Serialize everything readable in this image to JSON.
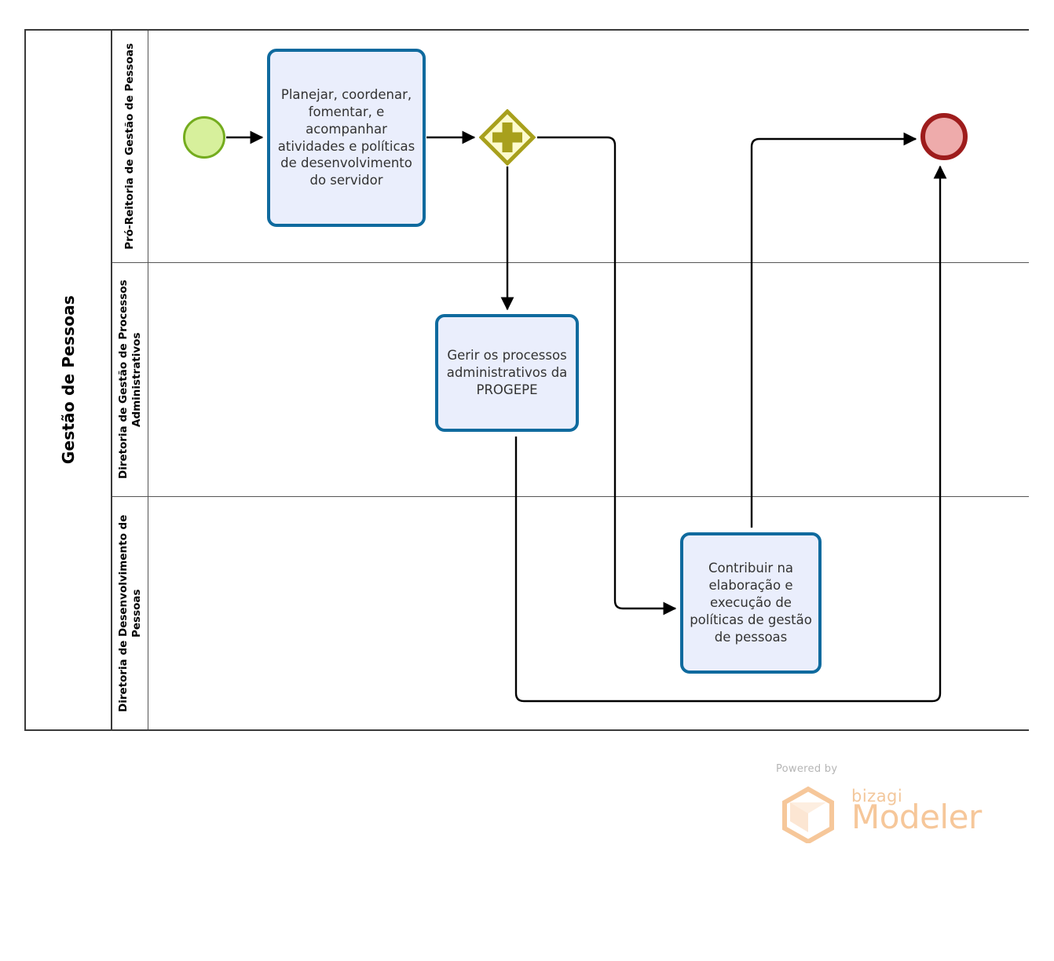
{
  "diagram": {
    "type": "bpmn-process-diagram",
    "pool": {
      "title": "Gestão de Pessoas"
    },
    "lanes": [
      {
        "id": "lane1",
        "label": "Pró-Reitoria de Gestão de Pessoas"
      },
      {
        "id": "lane2",
        "label": "Diretoria de Gestão de Processos Administrativos"
      },
      {
        "id": "lane3",
        "label": "Diretoria de Desenvolvimento de Pessoas"
      }
    ],
    "nodes": [
      {
        "id": "start",
        "kind": "start-event",
        "lane": "lane1",
        "label": "",
        "fill": "#d7f09c",
        "stroke": "#74ac1e"
      },
      {
        "id": "task-planejar",
        "kind": "task",
        "lane": "lane1",
        "label": "Planejar, coordenar, fomentar, e acompanhar atividades e políticas de desenvolvimento do servidor",
        "fill": "#eaeefc",
        "stroke": "#0f6a9e"
      },
      {
        "id": "gateway-parallel",
        "kind": "parallel-gateway",
        "lane": "lane1",
        "label": "",
        "fill": "#fdfbcd",
        "stroke": "#a8a01c",
        "marker": "plus"
      },
      {
        "id": "task-gerir",
        "kind": "task",
        "lane": "lane2",
        "label": "Gerir os processos administrativos da PROGEPE",
        "fill": "#eaeefc",
        "stroke": "#0f6a9e"
      },
      {
        "id": "task-contribuir",
        "kind": "task",
        "lane": "lane3",
        "label": "Contribuir na elaboração e execução de políticas de gestão de pessoas",
        "fill": "#eaeefc",
        "stroke": "#0f6a9e"
      },
      {
        "id": "end",
        "kind": "end-event",
        "lane": "lane1",
        "label": "",
        "fill": "#eeabab",
        "stroke": "#9e1c1c"
      }
    ],
    "flows": [
      {
        "from": "start",
        "to": "task-planejar",
        "label": ""
      },
      {
        "from": "task-planejar",
        "to": "gateway-parallel",
        "label": ""
      },
      {
        "from": "gateway-parallel",
        "to": "task-gerir",
        "label": ""
      },
      {
        "from": "gateway-parallel",
        "to": "task-contribuir",
        "label": ""
      },
      {
        "from": "task-contribuir",
        "to": "end",
        "label": ""
      },
      {
        "from": "task-gerir",
        "to": "end",
        "label": ""
      }
    ]
  },
  "watermark": {
    "powered_by": "Powered by",
    "brand": "bizagi",
    "product": "Modeler",
    "color": "#f6c79a"
  }
}
